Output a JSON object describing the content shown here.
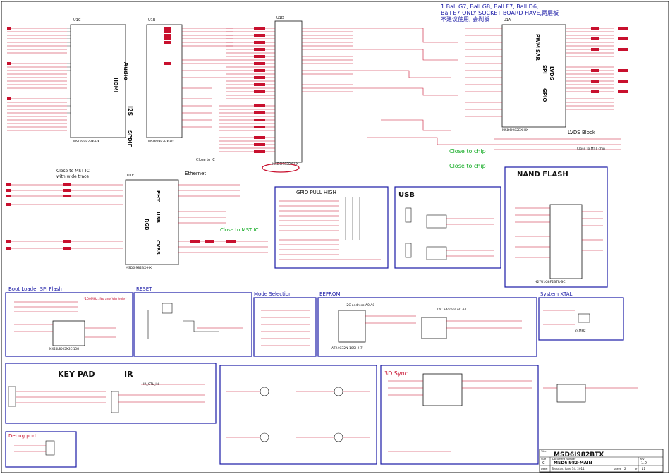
{
  "note": {
    "line1": "1.Ball G7, Ball G8, Ball F7, Ball D6,",
    "line2": "Ball E7 ONLY SOCKET BOARD HAVE,两层板",
    "line3": "不建议使用, 会剥板"
  },
  "chips": {
    "u_main_a": "MSD6I982BX-HX",
    "u_main_b": "MSD6I982BX-HX",
    "u_main_c": "MSD6I982BX-HX",
    "u_main_d": "MSD6I982BX-HX",
    "u_main_e": "MSD6I982BX-HX",
    "nand_chip": "H27U1G8F2BTR-BC",
    "eeprom_chip": "AT24C32N-10SI-2.7",
    "flash_chip": "MX25L8005M2C-15G",
    "xtal": "24MHz"
  },
  "refs": {
    "u_a": "U1C",
    "u_b": "U1B",
    "u_c": "U1D",
    "u_d": "U1A",
    "u_e": "U1E"
  },
  "blocks": {
    "audio": "Audio",
    "i2s": "I2S",
    "spdif": "SPDIF",
    "pwm": "PWM",
    "sar": "SAR",
    "spi": "SPI",
    "gpio": "GPIO",
    "lvds": "LVDS",
    "phy": "PHY",
    "usb_lbl": "USB",
    "rgb": "RGB",
    "cvbs": "CVBS",
    "ethernet": "Ethernet",
    "lvds_block": "LVDS Block",
    "nand_flash": "NAND FLASH",
    "gpio_pull_high": "GPIO PULL HIGH",
    "usb": "USB",
    "boot_loader": "Boot Loader SPI Flash",
    "reset": "RESET",
    "mode_selection": "Mode Selection",
    "eeprom": "EEPROM",
    "system_xtal": "System XTAL",
    "key_pad": "KEY PAD",
    "ir": "IR",
    "sync_3d": "3D Sync",
    "debug_port": "Debug port"
  },
  "annotations": {
    "close_to_mst_ic_wide": "Close to MST IC",
    "with_wide_trace": "with wide trace",
    "close_to_chip_1": "Close to chip",
    "close_to_chip_2": "Close to chip",
    "close_to_mst_ic": "Close to MST IC",
    "close_to_ic_left": "Close to IC",
    "close_to_mst_chip": "Close to MST chip",
    "flash_speed": "*100MHz. No any VIA hole*",
    "i2c_addr": "I2C address A0 A0",
    "i2c_addr_2": "I2C address A0 A4",
    "ir_note": "IR_CTL_IN"
  },
  "title_block": {
    "title_label": "Title",
    "title": "MSD6I982BTX",
    "doc_label": "Document Number",
    "doc_number": "MSD6I982-MAIN",
    "size_label": "Size",
    "size": "C",
    "rev_label": "Rev",
    "rev": "1.0",
    "date_label": "Date:",
    "date": "Tuesday, June 14, 2011",
    "sheet_label": "Sheet",
    "sheet": "2",
    "of_label": "of",
    "total": "11"
  },
  "colors": {
    "wire": "#c8102e",
    "box": "#1a1aa6",
    "pin": "#111111",
    "highlight": "#11aa22"
  }
}
